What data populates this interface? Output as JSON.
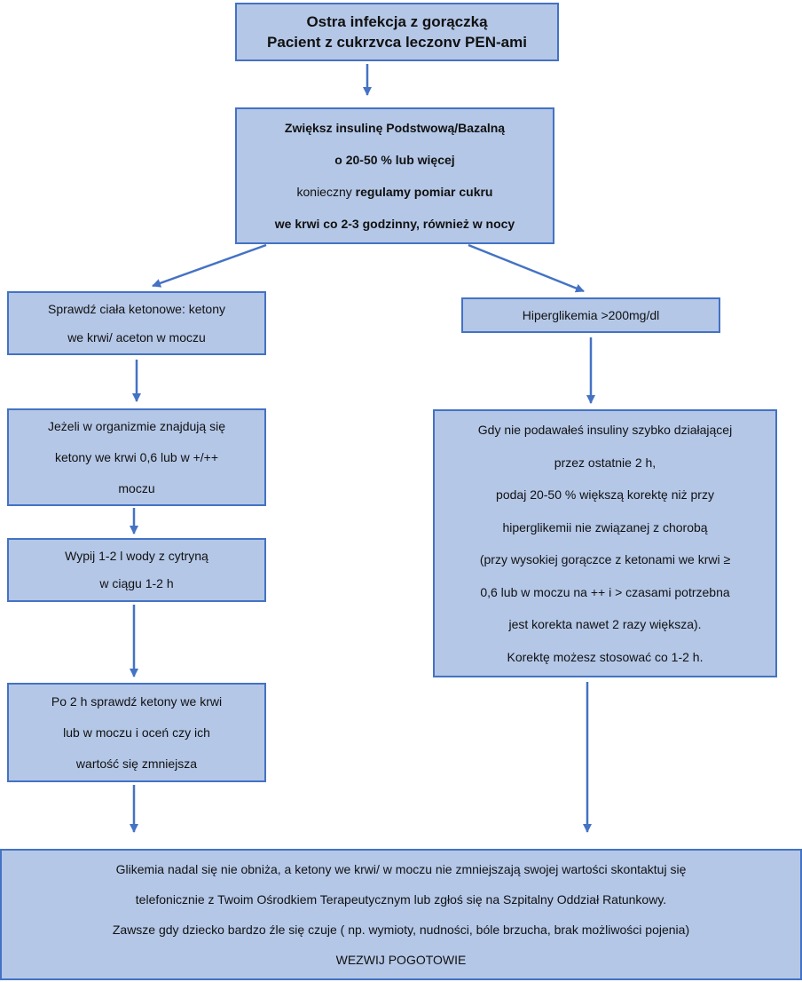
{
  "title_box": {
    "line1": "Ostra infekcja z gorączką",
    "line2": "Pacient z cukrzvca leczonv PEN-ami"
  },
  "insulin_box": {
    "line1": "Zwiększ insulinę Podstwową/Bazalną",
    "line2": "o 20-50 % lub więcej",
    "line3_regular": "konieczny ",
    "line3_bold": "regulamy pomiar cukru",
    "line4": "we krwi co 2-3 godzinny, również w nocy"
  },
  "ketones_check_box": {
    "line1": "Sprawdź ciała ketonowe: ketony",
    "line2": "we krwi/ aceton w moczu"
  },
  "hyperglycemia_box": {
    "line1": "Hiperglikemia >200mg/dl"
  },
  "ketones_present_box": {
    "line1": "Jeżeli w organizmie znajdują się",
    "line2": "ketony we krwi 0,6 lub w +/++",
    "line3": "moczu"
  },
  "drink_box": {
    "line1": "Wypij 1-2 l wody z cytryną",
    "line2": "w ciągu 1-2 h"
  },
  "correction_box": {
    "line1": "Gdy nie podawałeś insuliny szybko działającej",
    "line2": "przez ostatnie 2 h,",
    "line3": "podaj 20-50 % większą korektę niż przy",
    "line4": "hiperglikemii nie związanej z chorobą",
    "line5": "(przy wysokiej gorączce z ketonami we krwi ≥",
    "line6": "0,6 lub w moczu na ++ i > czasami potrzebna",
    "line7": "jest korekta nawet 2 razy większa).",
    "line8": "Korektę możesz stosować co 1-2 h."
  },
  "recheck_box": {
    "line1": "Po 2 h sprawdź ketony we krwi",
    "line2": "lub w moczu i oceń czy ich",
    "line3": "wartość się zmniejsza"
  },
  "final_box": {
    "line1": "Glikemia nadal się nie obniża, a ketony we krwi/ w moczu nie zmniejszają swojej wartości skontaktuj się",
    "line2": "telefonicznie z Twoim Ośrodkiem Terapeutycznym lub zgłoś się na Szpitalny Oddział Ratunkowy.",
    "line3": "Zawsze gdy dziecko bardzo źle się czuje ( np. wymioty, nudności, bóle brzucha, brak możliwości pojenia)",
    "line4": "WEZWIJ POGOTOWIE"
  },
  "colors": {
    "box_fill": "#b4c7e7",
    "box_border": "#4472c4",
    "arrow": "#4472c4"
  }
}
